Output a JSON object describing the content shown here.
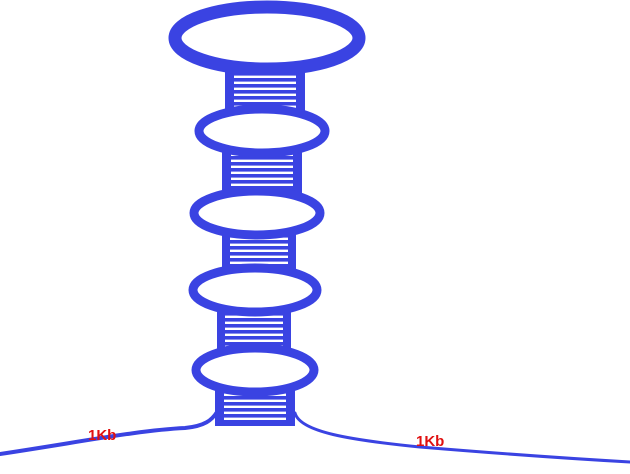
{
  "diagram": {
    "labels": {
      "left": "1Kb",
      "right": "1Kb"
    },
    "colors": {
      "strand": "#3a43e2",
      "label": "#e01010",
      "background": "#ffffff"
    },
    "structure": {
      "loops": 5,
      "stems": 5,
      "terminal": "large-hairpin-loop"
    }
  }
}
